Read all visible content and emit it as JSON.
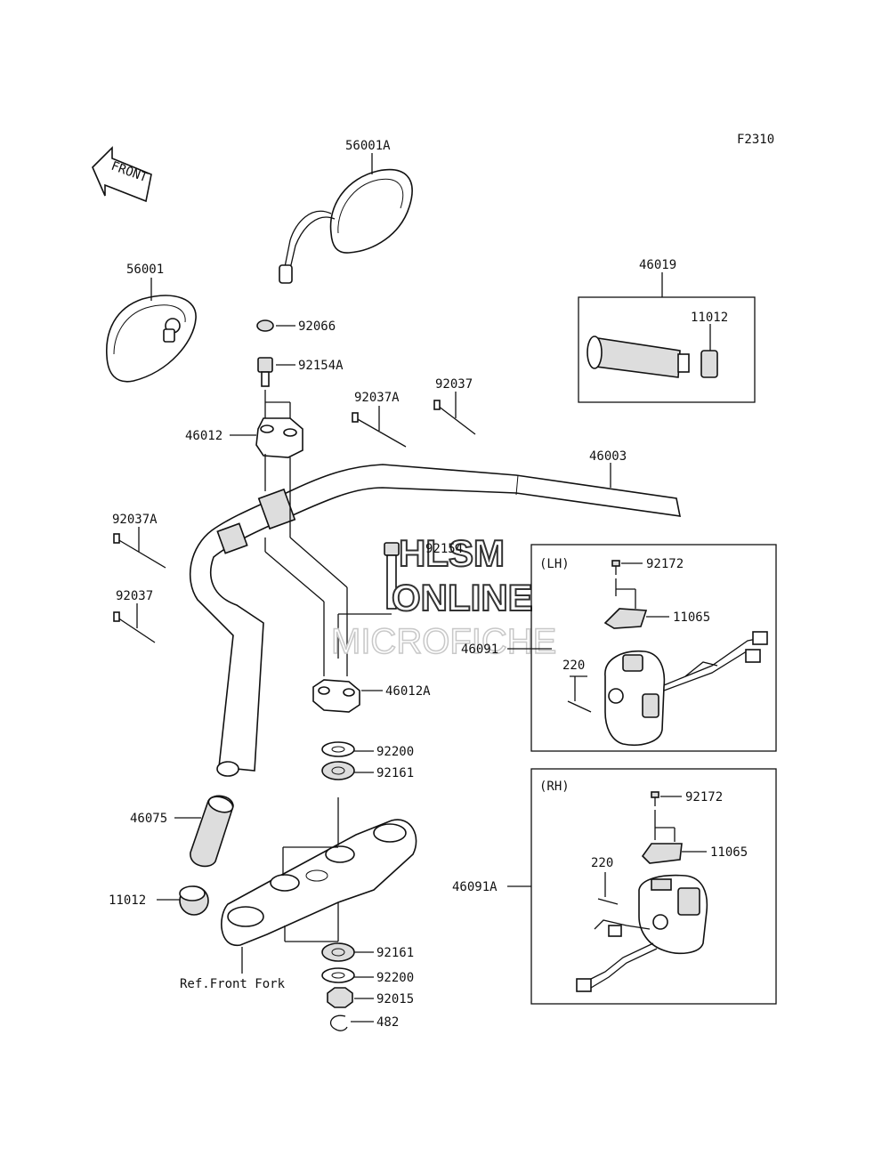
{
  "figure_code": "F2310",
  "front_arrow_text": "FRONT",
  "watermark": {
    "line1": "HLSM",
    "line2": "ONLINE",
    "line3": "MICROFICHE"
  },
  "labels": {
    "mirror_right": "56001A",
    "mirror_left": "56001",
    "cap": "92066",
    "bolt_top": "92154A",
    "holder_upper": "46012",
    "clamp_a_upper": "92037A",
    "clamp_upper": "92037",
    "clamp_a_left": "92037A",
    "clamp_left": "92037",
    "handlebar": "46003",
    "bolt_mid": "92154",
    "holder_lower": "46012A",
    "washer_top": "92200",
    "damper_top": "92161",
    "grip_left": "46075",
    "weight_left": "11012",
    "damper_bottom": "92161",
    "washer_bottom": "92200",
    "nut": "92015",
    "clip": "482",
    "ref_fork": "Ref.Front Fork",
    "grip_set": "46019",
    "weight_set": "11012",
    "switch_lh": "46091",
    "switch_rh": "46091A"
  },
  "lh_box": {
    "title": "(LH)",
    "screw": "92172",
    "cover": "11065",
    "screw2": "220"
  },
  "rh_box": {
    "title": "(RH)",
    "screw": "92172",
    "cover": "11065",
    "screw2": "220"
  }
}
